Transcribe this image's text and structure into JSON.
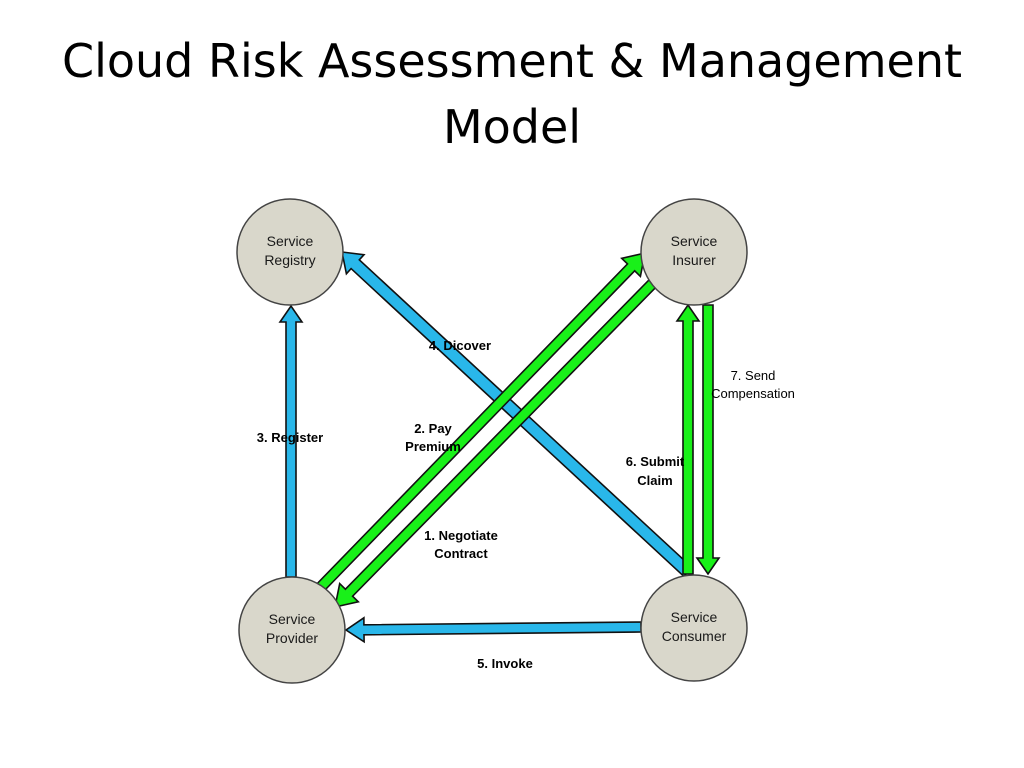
{
  "slide": {
    "title_line1": "Cloud Risk Assessment & Management",
    "title_line2": "Model"
  },
  "colors": {
    "node_fill": "#d9d7cb",
    "node_stroke": "#444444",
    "blue_arrow": "#29b7ea",
    "green_arrow": "#19f019",
    "arrow_stroke": "#111111"
  },
  "nodes": {
    "registry": {
      "line1": "Service",
      "line2": "Registry"
    },
    "insurer": {
      "line1": "Service",
      "line2": "Insurer"
    },
    "provider": {
      "line1": "Service",
      "line2": "Provider"
    },
    "consumer": {
      "line1": "Service",
      "line2": "Consumer"
    }
  },
  "edges": {
    "negotiate": {
      "line1": "1. Negotiate",
      "line2": "Contract"
    },
    "pay": {
      "line1": "2. Pay",
      "line2": "Premium"
    },
    "register": {
      "label": "3. Register"
    },
    "discover": {
      "label": "4. Dicover"
    },
    "invoke": {
      "label": "5. Invoke"
    },
    "submit": {
      "line1": "6. Submit",
      "line2": "Claim"
    },
    "compensation": {
      "line1": "7. Send",
      "line2": "Compensation"
    }
  }
}
